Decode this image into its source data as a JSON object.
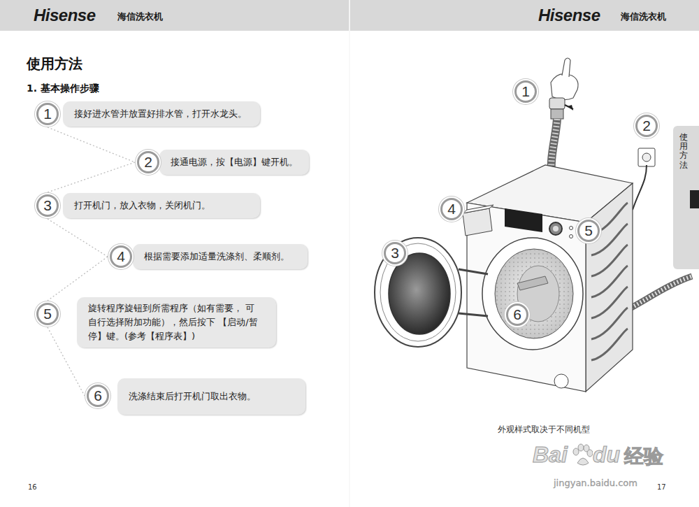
{
  "diagram": {
    "title": "使用方法",
    "caption": "外观样式取决于不同机型",
    "nodes": [
      {
        "text": [
          "1"
        ]
      },
      {
        "text": [
          "接好进水管并放置好排水管，打开水龙头。"
        ]
      },
      {
        "text": [
          "2"
        ]
      },
      {
        "text": [
          "接通电源，按【电源】键开机。"
        ]
      },
      {
        "text": [
          "3"
        ]
      },
      {
        "text": [
          "打开机门，放入衣物，关闭机门。"
        ]
      },
      {
        "text": [
          "4"
        ]
      },
      {
        "text": [
          "根据需要添加适量洗涤剂、柔顺剂。"
        ]
      },
      {
        "text": [
          "5"
        ]
      },
      {
        "text": [
          "旋转程序旋钮到所需程序（如有需要， 可自行选择附加功能），然后按下 【启动/暂停】键。(参考【程序表】)"
        ]
      },
      {
        "text": [
          "6"
        ]
      },
      {
        "text": [
          "洗涤结束后打开机门取出衣物。"
        ]
      },
      {
        "text": [
          "1"
        ]
      },
      {
        "text": [
          "2"
        ]
      },
      {
        "text": [
          "4"
        ]
      },
      {
        "text": [
          "5"
        ]
      },
      {
        "text": [
          "3"
        ]
      },
      {
        "text": [
          "6"
        ]
      },
      {
        "text": [
          "使用方法"
        ]
      }
    ],
    "edges": [
      {
        "from": 0,
        "to": 2,
        "arrow": "none"
      },
      {
        "from": 2,
        "to": 4,
        "arrow": "none"
      },
      {
        "from": 4,
        "to": 6,
        "arrow": "none"
      },
      {
        "from": 6,
        "to": 8,
        "arrow": "none"
      },
      {
        "from": 8,
        "to": 10,
        "arrow": "none"
      }
    ],
    "labels": [
      "Hisense",
      "海信洗衣机",
      "Hisense",
      "海信洗衣机",
      "1. 基本操作步骤",
      "16",
      "17",
      "Bai",
      "du",
      "经验",
      "jingyan.baidu.com"
    ]
  }
}
